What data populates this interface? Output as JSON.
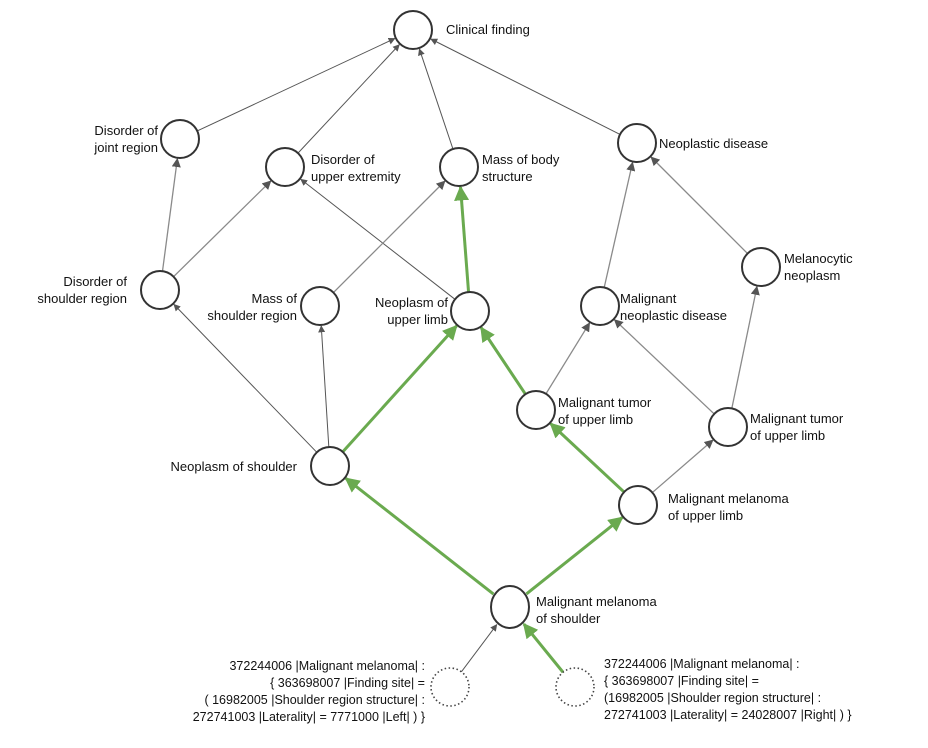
{
  "diagram": {
    "title": "SNOMED CT concept hierarchy for Malignant melanoma of shoulder",
    "colors": {
      "node_stroke": "#333333",
      "edge_default": "#555555",
      "edge_light": "#8a8a8a",
      "edge_highlight": "#6aaa4f"
    },
    "nodes": [
      {
        "id": "clinical_finding",
        "label": [
          "Clinical finding"
        ]
      },
      {
        "id": "disorder_joint_region",
        "label": [
          "Disorder of",
          "joint region"
        ]
      },
      {
        "id": "disorder_upper_extremity",
        "label": [
          "Disorder of",
          "upper extremity"
        ]
      },
      {
        "id": "mass_body_structure",
        "label": [
          "Mass of body",
          "structure"
        ]
      },
      {
        "id": "neoplastic_disease",
        "label": [
          "Neoplastic disease"
        ]
      },
      {
        "id": "disorder_shoulder_region",
        "label": [
          "Disorder of",
          "shoulder region"
        ]
      },
      {
        "id": "mass_shoulder_region",
        "label": [
          "Mass of",
          "shoulder region"
        ]
      },
      {
        "id": "neoplasm_upper_limb",
        "label": [
          "Neoplasm of",
          "upper limb"
        ]
      },
      {
        "id": "malignant_neoplastic_disease",
        "label": [
          "Malignant",
          "neoplastic disease"
        ]
      },
      {
        "id": "melanocytic_neoplasm",
        "label": [
          "Melanocytic",
          "neoplasm"
        ]
      },
      {
        "id": "malignant_tumor_upper_limb_1",
        "label": [
          "Malignant tumor",
          "of upper limb"
        ]
      },
      {
        "id": "malignant_tumor_upper_limb_2",
        "label": [
          "Malignant tumor",
          "of upper limb"
        ]
      },
      {
        "id": "neoplasm_shoulder",
        "label": [
          "Neoplasm of shoulder"
        ]
      },
      {
        "id": "malignant_melanoma_upper_limb",
        "label": [
          "Malignant melanoma",
          "of upper limb"
        ]
      },
      {
        "id": "malignant_melanoma_shoulder",
        "label": [
          "Malignant melanoma",
          "of shoulder"
        ]
      },
      {
        "id": "expr_left",
        "dotted": true,
        "label": [
          "372244006 |Malignant melanoma| :",
          "{ 363698007 |Finding site| =",
          "( 16982005 |Shoulder region structure| :",
          "272741003 |Laterality| = 7771000 |Left| ) }"
        ]
      },
      {
        "id": "expr_right",
        "dotted": true,
        "label": [
          "372244006 |Malignant melanoma| :",
          "{ 363698007 |Finding site| =",
          "(16982005 |Shoulder region structure| :",
          "272741003 |Laterality| = 24028007 |Right| ) }"
        ]
      }
    ],
    "edges": [
      {
        "from": "disorder_joint_region",
        "to": "clinical_finding",
        "style": "default"
      },
      {
        "from": "disorder_upper_extremity",
        "to": "clinical_finding",
        "style": "default"
      },
      {
        "from": "mass_body_structure",
        "to": "clinical_finding",
        "style": "default"
      },
      {
        "from": "neoplastic_disease",
        "to": "clinical_finding",
        "style": "default"
      },
      {
        "from": "disorder_shoulder_region",
        "to": "disorder_joint_region",
        "style": "light"
      },
      {
        "from": "disorder_shoulder_region",
        "to": "disorder_upper_extremity",
        "style": "light"
      },
      {
        "from": "neoplasm_upper_limb",
        "to": "disorder_upper_extremity",
        "style": "default"
      },
      {
        "from": "mass_shoulder_region",
        "to": "mass_body_structure",
        "style": "light"
      },
      {
        "from": "neoplasm_upper_limb",
        "to": "mass_body_structure",
        "style": "highlight"
      },
      {
        "from": "malignant_neoplastic_disease",
        "to": "neoplastic_disease",
        "style": "light"
      },
      {
        "from": "melanocytic_neoplasm",
        "to": "neoplastic_disease",
        "style": "light"
      },
      {
        "from": "neoplasm_shoulder",
        "to": "disorder_shoulder_region",
        "style": "default"
      },
      {
        "from": "neoplasm_shoulder",
        "to": "mass_shoulder_region",
        "style": "default"
      },
      {
        "from": "neoplasm_shoulder",
        "to": "neoplasm_upper_limb",
        "style": "highlight"
      },
      {
        "from": "malignant_tumor_upper_limb_1",
        "to": "neoplasm_upper_limb",
        "style": "highlight"
      },
      {
        "from": "malignant_tumor_upper_limb_1",
        "to": "malignant_neoplastic_disease",
        "style": "light"
      },
      {
        "from": "malignant_tumor_upper_limb_2",
        "to": "malignant_neoplastic_disease",
        "style": "light"
      },
      {
        "from": "malignant_tumor_upper_limb_2",
        "to": "melanocytic_neoplasm",
        "style": "light"
      },
      {
        "from": "malignant_melanoma_upper_limb",
        "to": "malignant_tumor_upper_limb_1",
        "style": "highlight"
      },
      {
        "from": "malignant_melanoma_upper_limb",
        "to": "malignant_tumor_upper_limb_2",
        "style": "light"
      },
      {
        "from": "malignant_melanoma_shoulder",
        "to": "neoplasm_shoulder",
        "style": "highlight"
      },
      {
        "from": "malignant_melanoma_shoulder",
        "to": "malignant_melanoma_upper_limb",
        "style": "highlight"
      },
      {
        "from": "expr_left",
        "to": "malignant_melanoma_shoulder",
        "style": "default"
      },
      {
        "from": "expr_right",
        "to": "malignant_melanoma_shoulder",
        "style": "highlight"
      }
    ]
  }
}
